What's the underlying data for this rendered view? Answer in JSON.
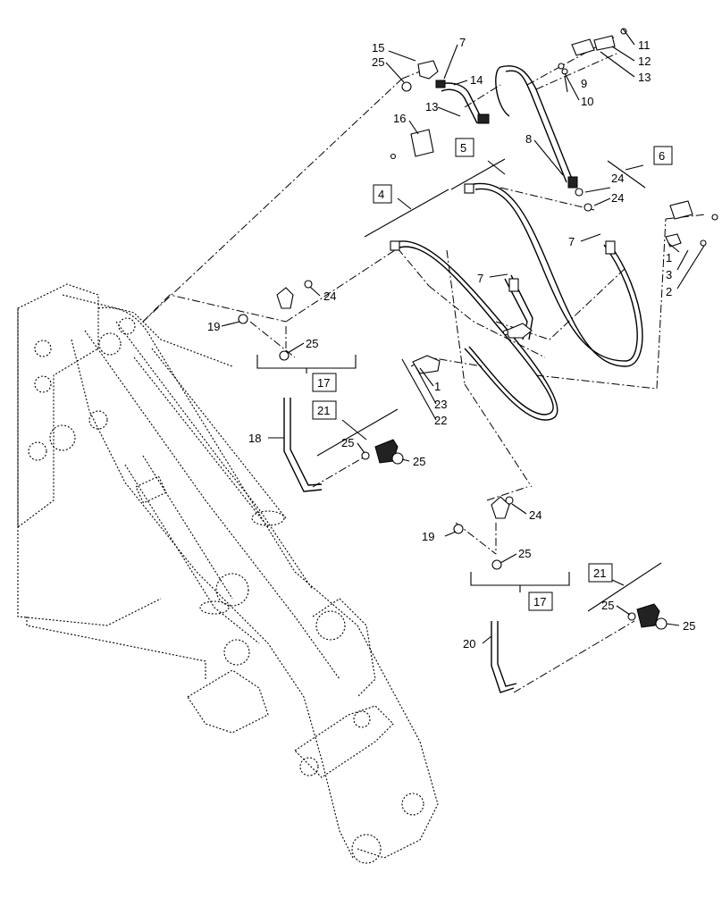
{
  "diagram": {
    "callouts": [
      "1",
      "2",
      "3",
      "7",
      "8",
      "9",
      "10",
      "11",
      "12",
      "13",
      "14",
      "15",
      "16",
      "18",
      "19",
      "20",
      "22",
      "23",
      "24",
      "25"
    ],
    "boxed_callouts": [
      "4",
      "5",
      "6",
      "17",
      "21"
    ]
  }
}
